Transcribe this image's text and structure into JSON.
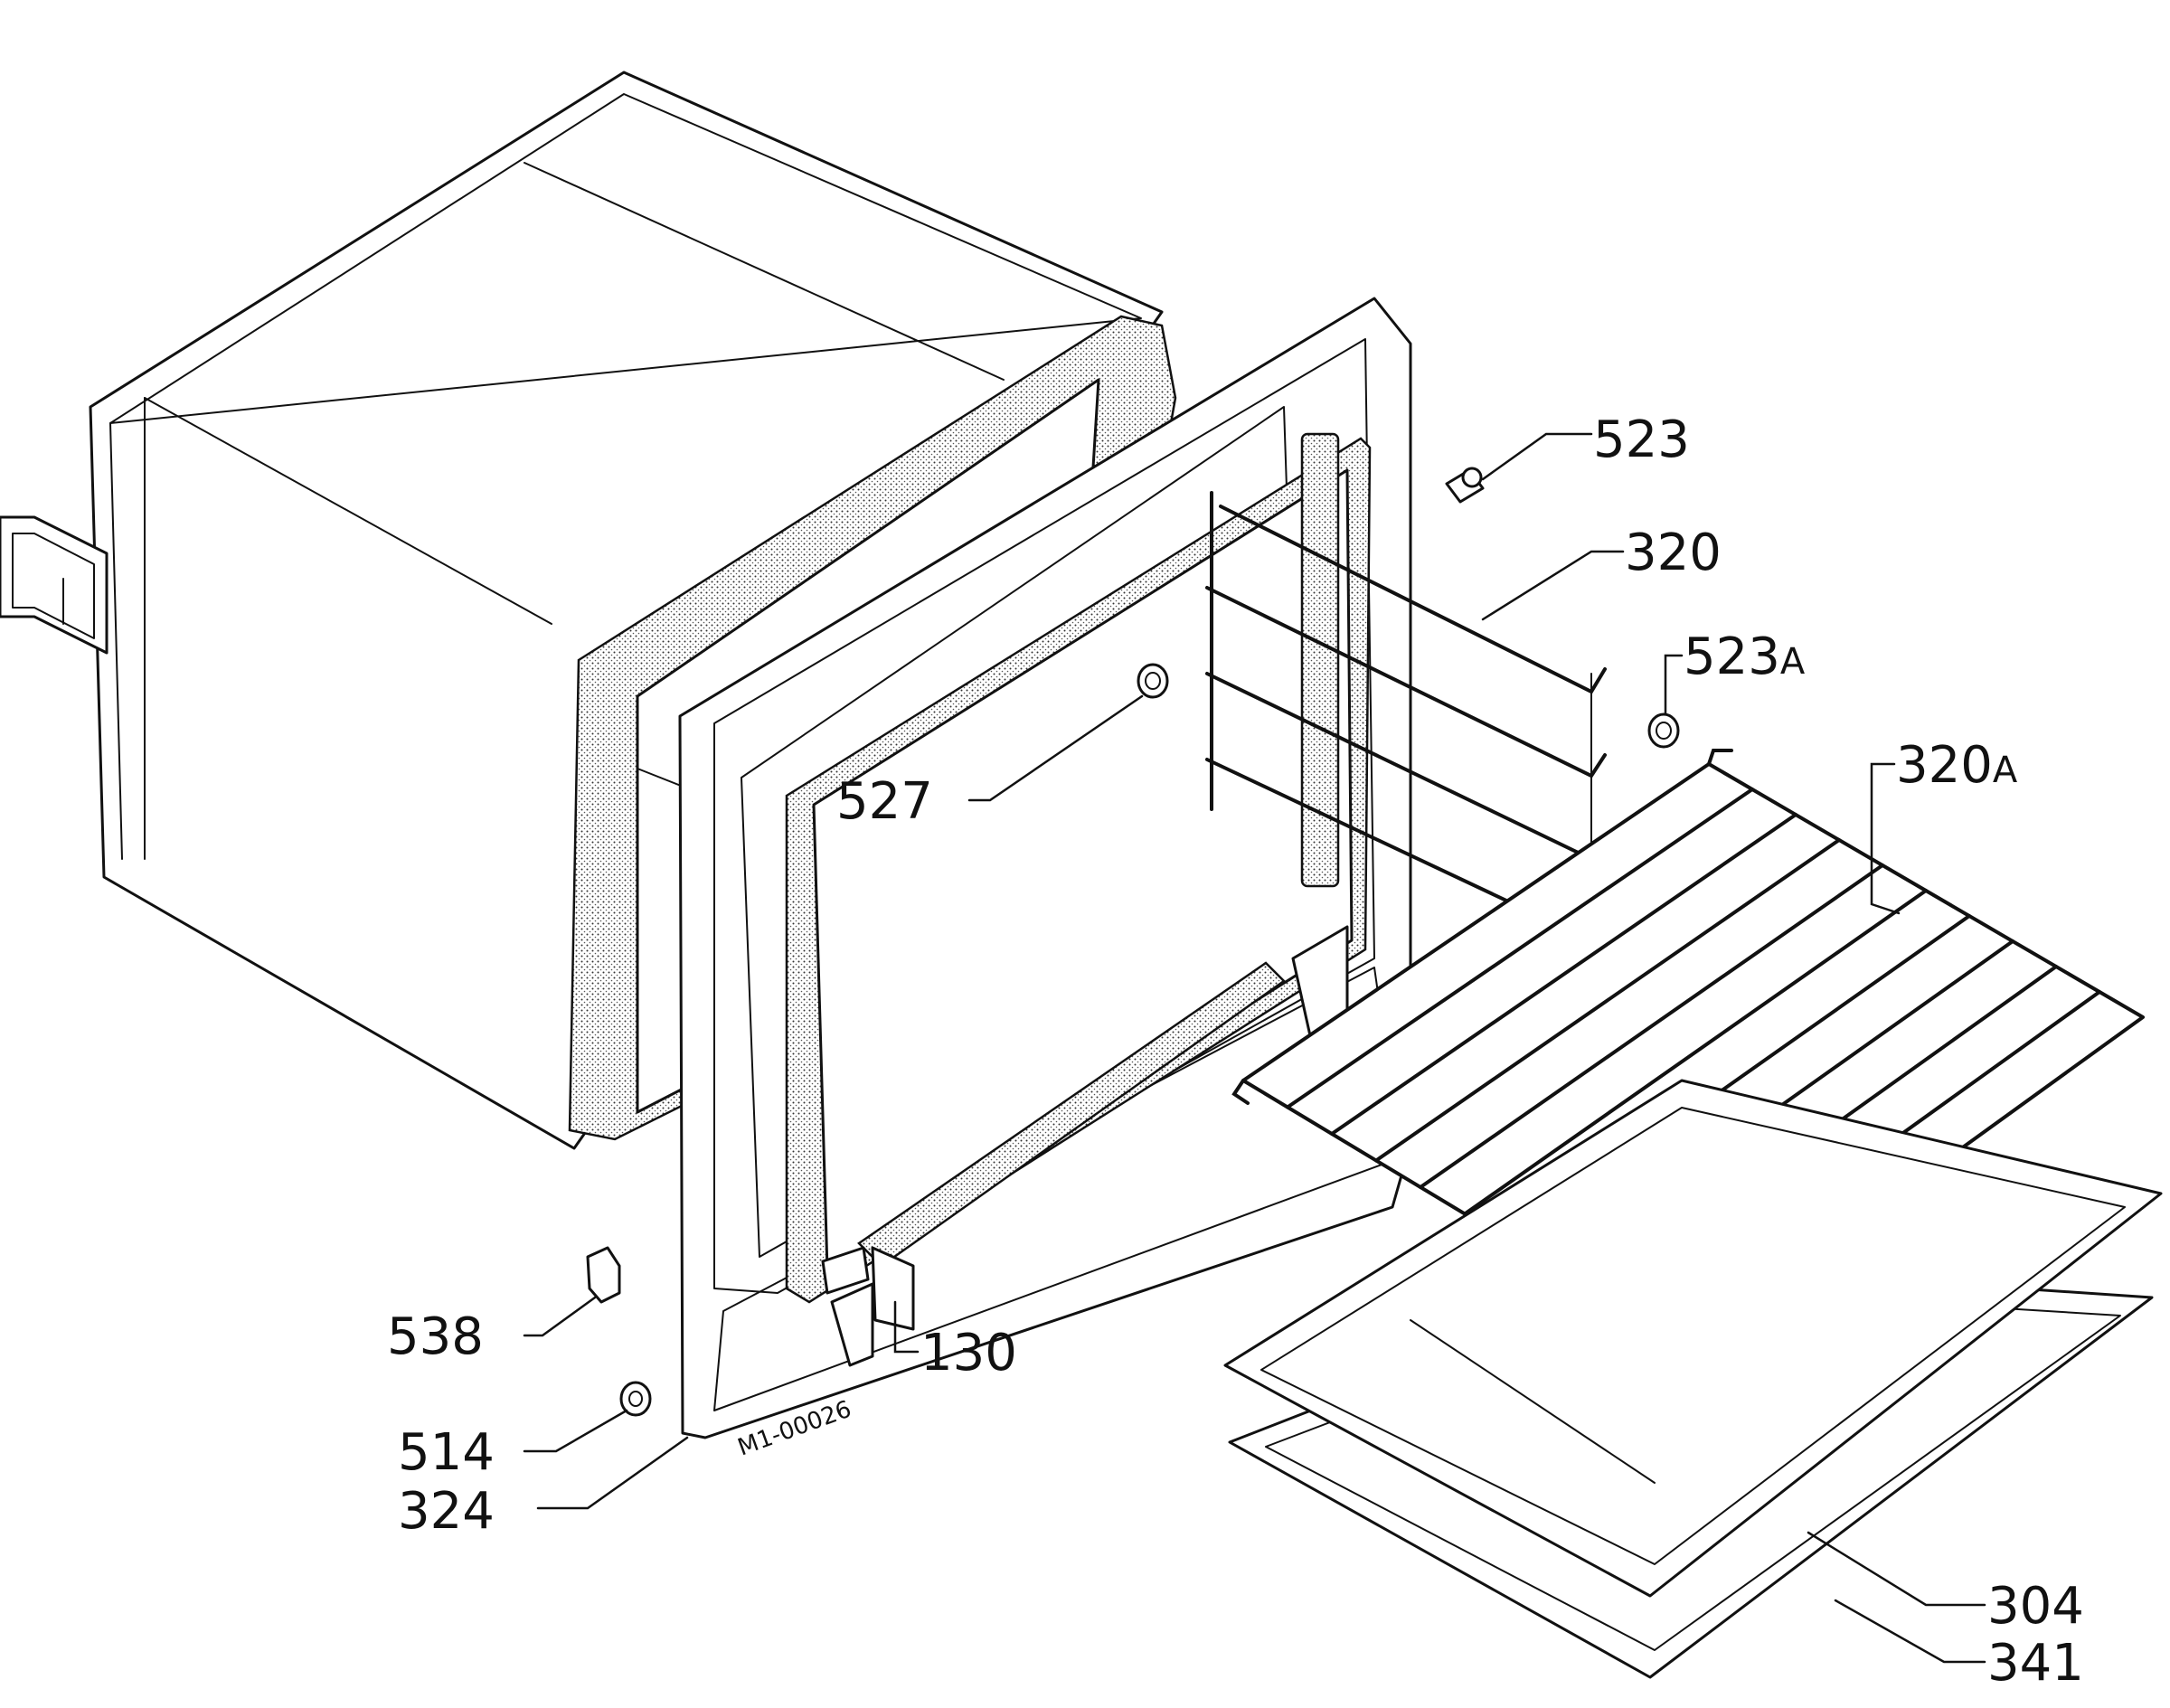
{
  "diagram": {
    "callouts": [
      {
        "id": "523",
        "main": "523",
        "suffix": ""
      },
      {
        "id": "320",
        "main": "320",
        "suffix": ""
      },
      {
        "id": "523A",
        "main": "523",
        "suffix": "A"
      },
      {
        "id": "320A",
        "main": "320",
        "suffix": "A"
      },
      {
        "id": "527",
        "main": "527",
        "suffix": ""
      },
      {
        "id": "130",
        "main": "130",
        "suffix": ""
      },
      {
        "id": "538",
        "main": "538",
        "suffix": ""
      },
      {
        "id": "514",
        "main": "514",
        "suffix": ""
      },
      {
        "id": "324",
        "main": "324",
        "suffix": ""
      },
      {
        "id": "304",
        "main": "304",
        "suffix": ""
      },
      {
        "id": "341",
        "main": "341",
        "suffix": ""
      }
    ],
    "stamp": "M1-00026"
  }
}
